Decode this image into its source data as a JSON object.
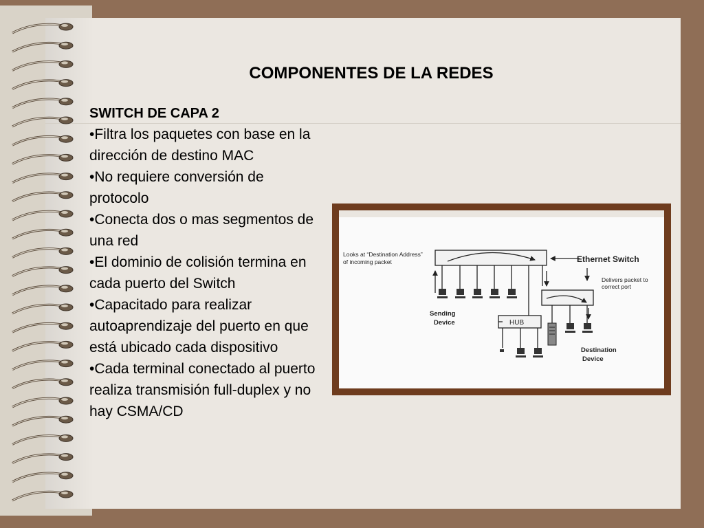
{
  "slide": {
    "title": "COMPONENTES DE LA REDES",
    "subtitle": "SWITCH DE CAPA 2",
    "bullets": [
      "•Filtra los paquetes con base en la dirección de destino MAC",
      "•No requiere conversión de protocolo",
      "•Conecta dos o mas segmentos de una red",
      "•El dominio de colisión termina en cada puerto del Switch",
      "•Capacitado para realizar autoaprendizaje del puerto en que está ubicado cada dispositivo",
      "•Cada terminal conectado al puerto realiza transmisión full-duplex y no hay CSMA/CD"
    ]
  },
  "diagram": {
    "looks_at_line1": "Looks at “Destination Address”",
    "looks_at_line2": "of  incoming packet",
    "ethernet_switch": "Ethernet Switch",
    "delivers_line1": "Delivers packet to",
    "delivers_line2": "correct port",
    "sending_line1": "Sending",
    "sending_line2": "Device",
    "hub": "HUB",
    "destination_line1": "Destination",
    "destination_line2": "Device"
  },
  "colors": {
    "background": "#8f6e56",
    "page": "#ebe7e1",
    "frame": "#6e3c1e"
  }
}
